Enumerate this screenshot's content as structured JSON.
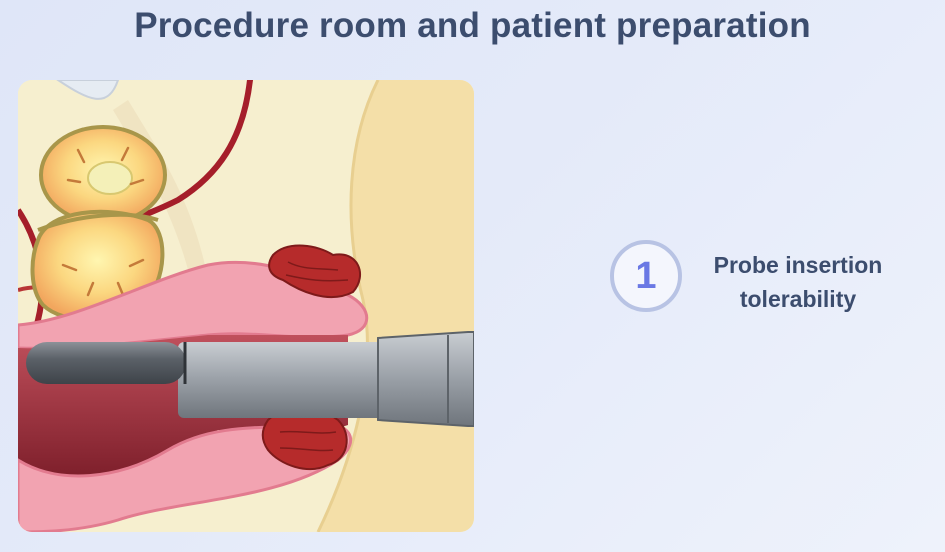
{
  "header": {
    "title": "Procedure room and patient preparation"
  },
  "step": {
    "number": "1",
    "label": "Probe insertion tolerability"
  },
  "illustration": {
    "name": "transrectal-probe-anatomy-illustration"
  },
  "colors": {
    "title_text": "#3c4d6e",
    "step_number": "#6a78e4",
    "step_ring": "#b8c3e4",
    "skin": "#f4dfa8",
    "probe": "#9ea4ab",
    "rectal_wall": "#f2a3b1",
    "seminal_vesicle": "#b62b2b"
  }
}
